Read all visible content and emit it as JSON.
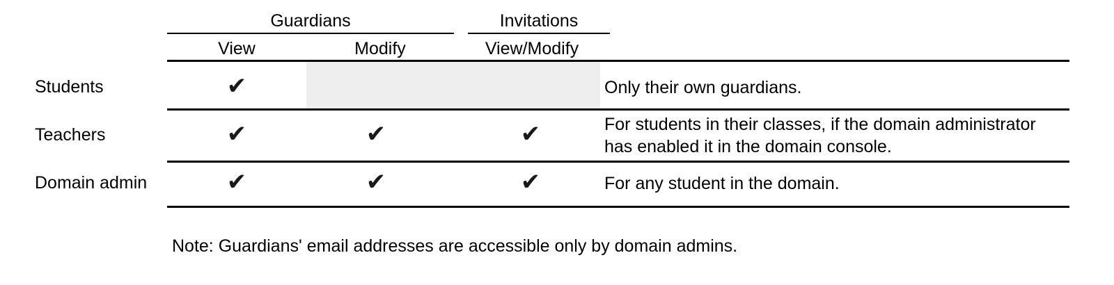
{
  "table": {
    "column_groups": [
      {
        "label": "Guardians"
      },
      {
        "label": "Invitations"
      }
    ],
    "columns": [
      {
        "label": "View"
      },
      {
        "label": "Modify"
      },
      {
        "label": "View/Modify"
      }
    ],
    "check_glyph": "✔",
    "rows": [
      {
        "label": "Students",
        "guardians_view": "✔",
        "guardians_modify": "",
        "invitations_view_modify": "",
        "note": "Only their own guardians."
      },
      {
        "label": "Teachers",
        "guardians_view": "✔",
        "guardians_modify": "✔",
        "invitations_view_modify": "✔",
        "note": "For students in their classes, if the domain administrator\nhas enabled it in the domain console."
      },
      {
        "label": "Domain admin",
        "guardians_view": "✔",
        "guardians_modify": "✔",
        "invitations_view_modify": "✔",
        "note": "For any student in the domain."
      }
    ]
  },
  "footnote": "Note: Guardians' email addresses are accessible only by domain admins.",
  "colors": {
    "text": "#000000",
    "rule": "#000000",
    "disabled_cell": "#eeeeee",
    "background": "#ffffff"
  }
}
